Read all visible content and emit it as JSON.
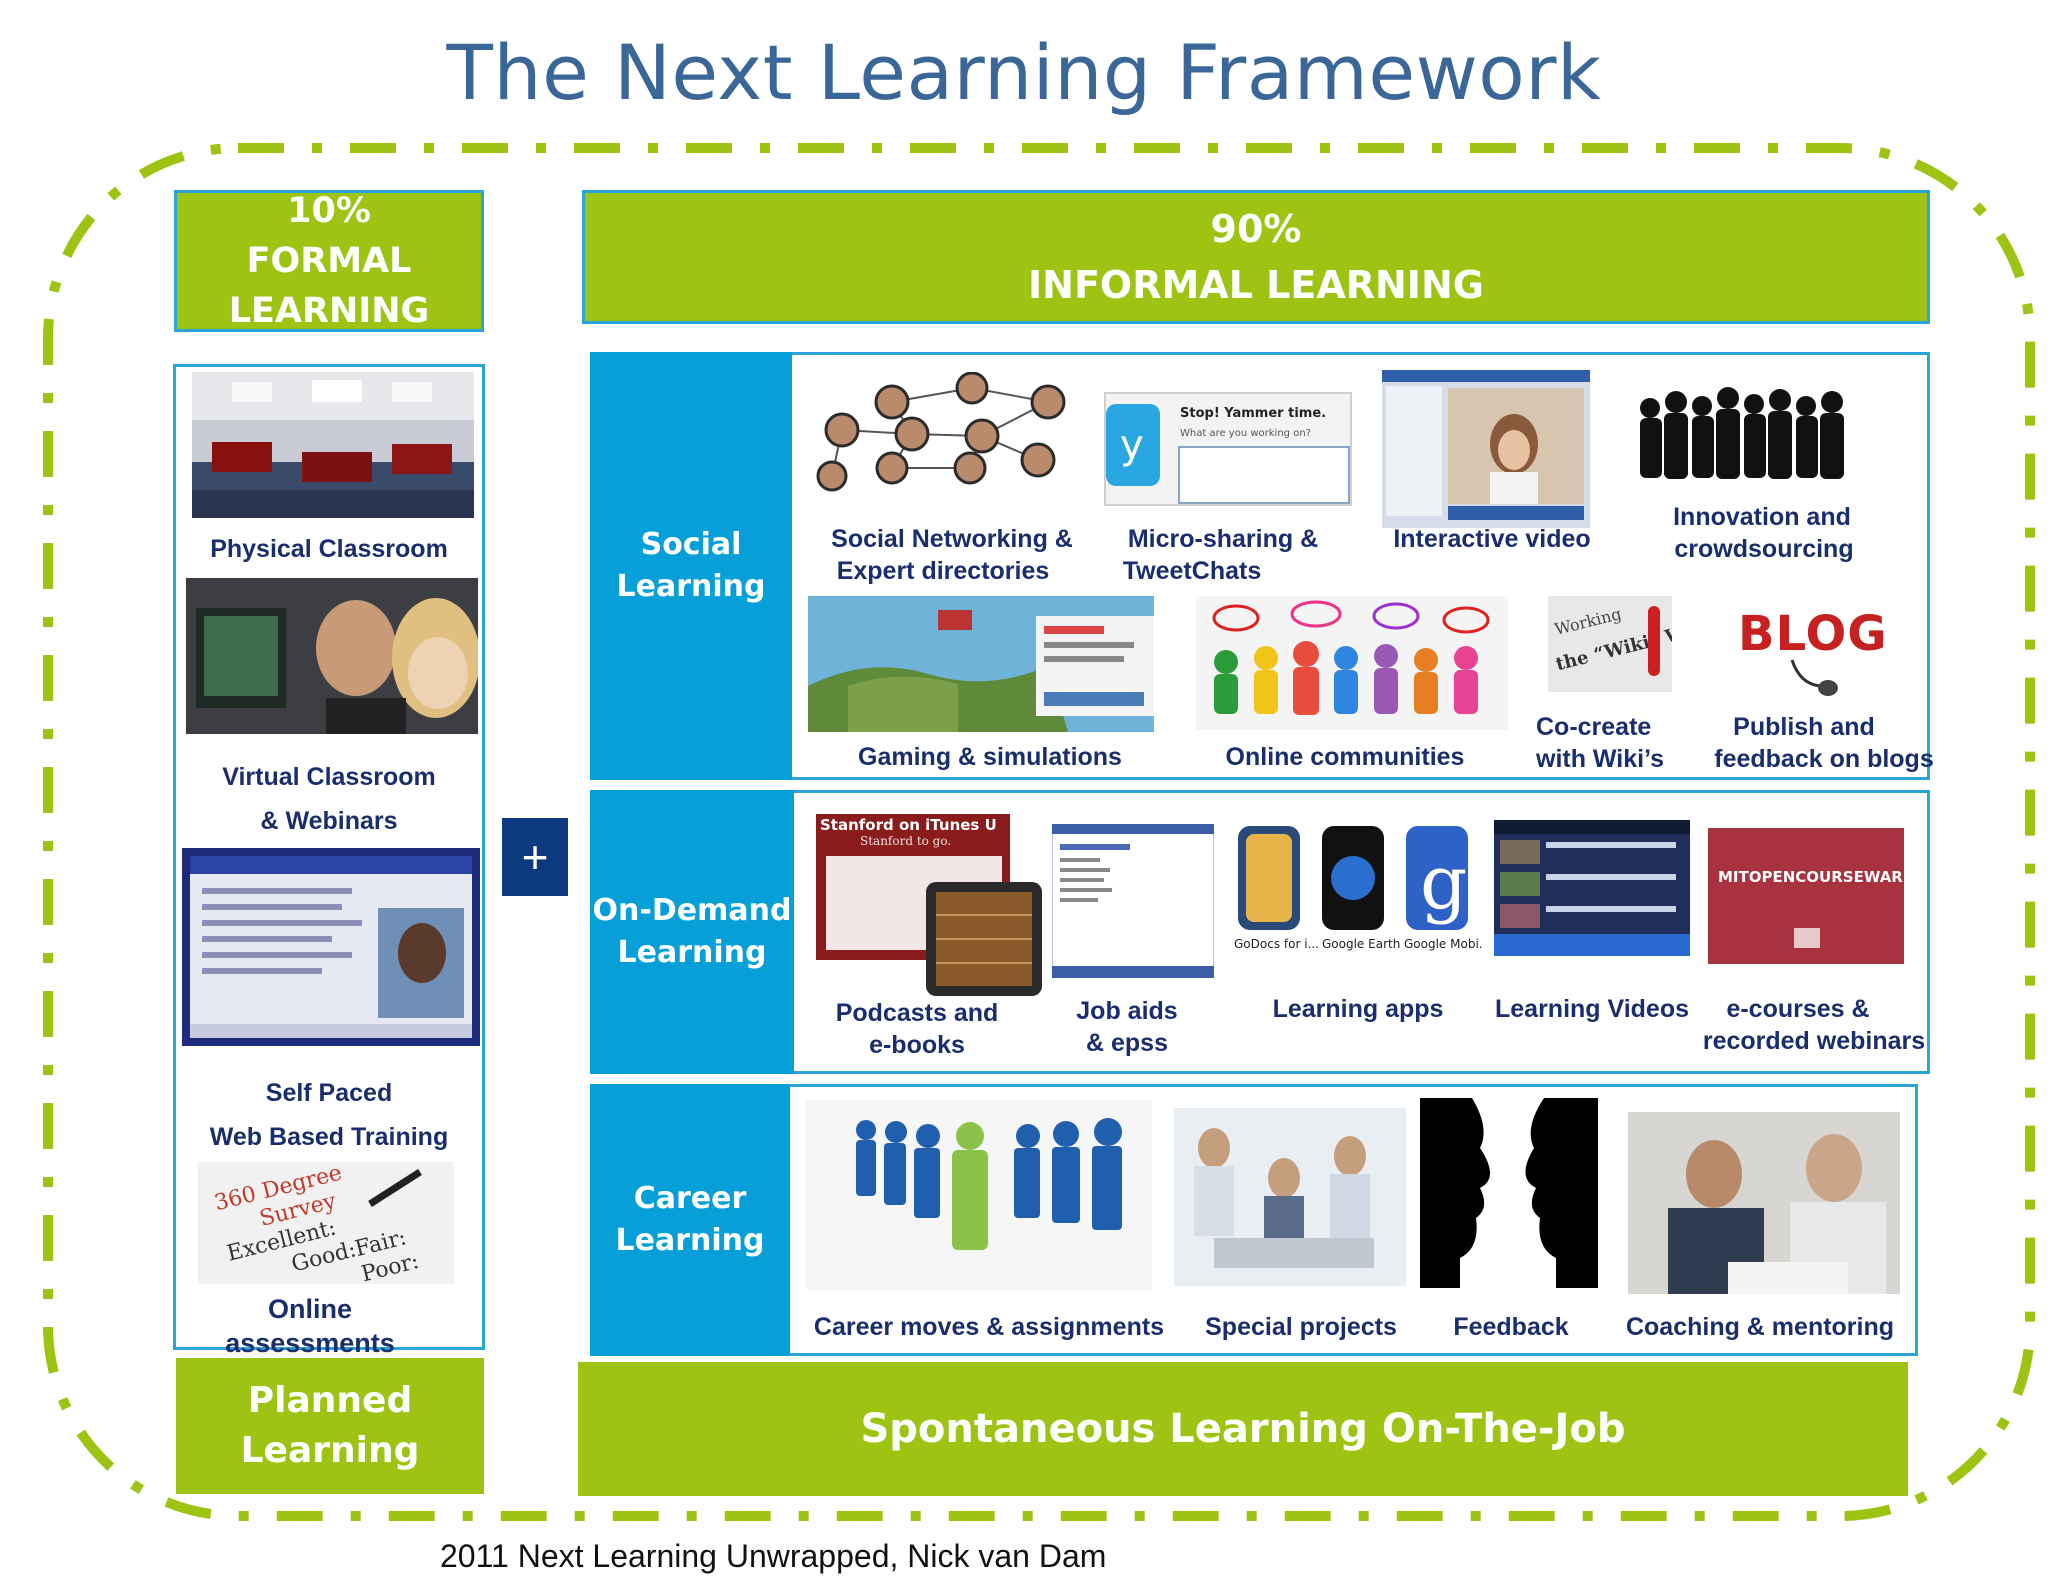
{
  "title": "The Next Learning Framework",
  "formal": {
    "pct": "10%",
    "line1": "FORMAL",
    "line2": "LEARNING"
  },
  "informal": {
    "pct": "90%",
    "line1": "INFORMAL LEARNING"
  },
  "formal_items": {
    "classroom": "Physical Classroom",
    "virtual_1": "Virtual Classroom",
    "virtual_2": "& Webinars",
    "selfpaced_1": "Self Paced",
    "selfpaced_2": "Web Based Training",
    "assess_1": "Online",
    "assess_2": "assessments"
  },
  "plus": "+",
  "social": {
    "label_1": "Social",
    "label_2": "Learning",
    "networking_1": "Social  Networking &",
    "networking_2": "Expert directories",
    "micro_1": "Micro-sharing &",
    "micro_2": "TweetChats",
    "video": "Interactive video",
    "innov_1": "Innovation and",
    "innov_2": "crowdsourcing",
    "gaming": "Gaming & simulations",
    "communities": "Online communities",
    "wiki_1": "Co-create",
    "wiki_2": "with Wiki’s",
    "blog_1": "Publish and",
    "blog_2": "feedback on blogs",
    "yammer_title": "Stop! Yammer time.",
    "yammer_sub": "What are you working on?",
    "wiki_img": "the “Wiki” Way",
    "wiki_img_top": "Working",
    "blog_img": "BLOG"
  },
  "ondemand": {
    "label_1": "On-Demand",
    "label_2": "Learning",
    "podcasts_1": "Podcasts  and",
    "podcasts_2": "e-books",
    "jobaids_1": "Job aids",
    "jobaids_2": "& epss",
    "apps": "Learning apps",
    "videos": "Learning Videos",
    "ecourses_1": "e-courses &",
    "ecourses_2": "recorded webinars",
    "stanford_1": "Stanford on iTunes U",
    "stanford_2": "Stanford to go.",
    "app_1": "GoDocs for i...",
    "app_2": "Google Earth",
    "app_3": "Google Mobi...",
    "mit": "MITOPENCOURSEWARE"
  },
  "career": {
    "label_1": "Career",
    "label_2": "Learning",
    "moves": "Career moves  & assignments",
    "projects": "Special projects",
    "feedback": "Feedback",
    "coaching": "Coaching & mentoring"
  },
  "planned_1": "Planned",
  "planned_2": "Learning",
  "spontaneous": "Spontaneous Learning On-The-Job",
  "assess_img": {
    "l1": "360 Degree",
    "l2": "Survey",
    "l3": "Excellent:",
    "l4": "Good:",
    "l5": "Fair:",
    "l6": "Poor:"
  },
  "footer": "2011 Next Learning Unwrapped, Nick van Dam",
  "colors": {
    "green": "#9dc313",
    "blue": "#069fd8",
    "title": "#3b6698",
    "navy": "#0d3a7e",
    "label": "#1a2e6e"
  }
}
